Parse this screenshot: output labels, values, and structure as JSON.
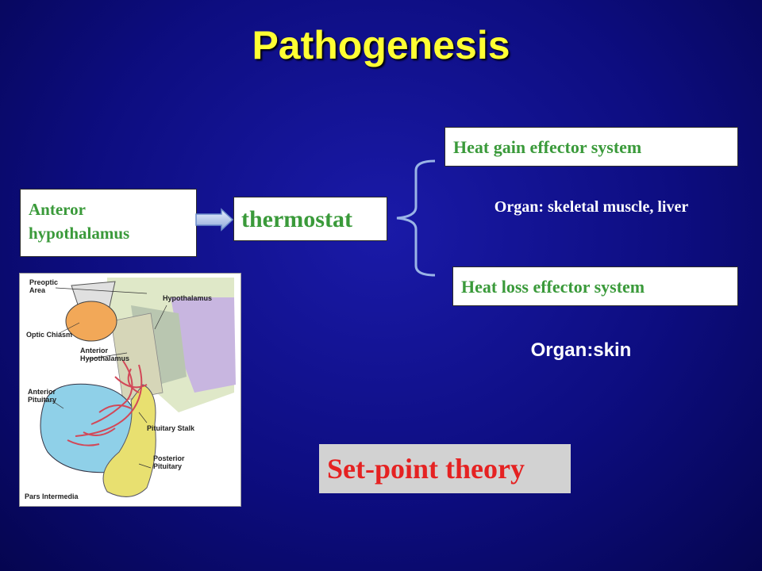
{
  "title": "Pathogenesis",
  "anterior_hypothalamus": {
    "line1": "Anteror",
    "line2": "hypothalamus"
  },
  "thermostat": "thermostat",
  "heat_gain": "Heat gain effector system",
  "organ_gain": "Organ: skeletal muscle, liver",
  "heat_loss": "Heat loss effector system",
  "organ_loss": "Organ:skin",
  "set_point": "Set-point theory",
  "anatomy_labels": {
    "preoptic": "Preoptic\nArea",
    "hypothalamus": "Hypothalamus",
    "optic_chiasm": "Optic Chiasm",
    "anterior_hypothalamus": "Anterior\nHypothalamus",
    "anterior_pituitary": "Anterior\nPituitary",
    "pituitary_stalk": "Pituitary Stalk",
    "posterior_pituitary": "Posterior\nPituitary",
    "pars_intermedia": "Pars Intermedia"
  },
  "colors": {
    "title": "#ffff33",
    "box_text": "#3a9a3a",
    "set_point_text": "#e52222",
    "background": "#0d0d80"
  }
}
